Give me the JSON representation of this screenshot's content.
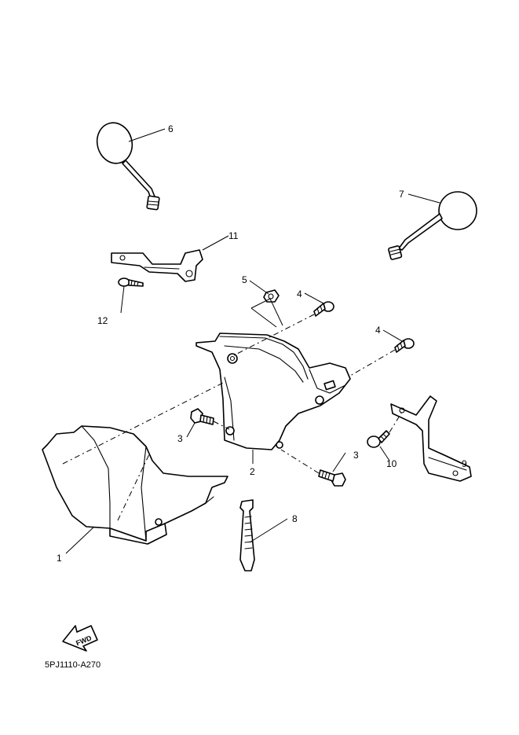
{
  "callouts": {
    "p1": "1",
    "p2": "2",
    "p3a": "3",
    "p3b": "3",
    "p4a": "4",
    "p4b": "4",
    "p5": "5",
    "p6": "6",
    "p7": "7",
    "p8": "8",
    "p9": "9",
    "p10": "10",
    "p11": "11",
    "p12": "12"
  },
  "fwd_label": "FWD",
  "diagram_code": "5PJ1110-A270"
}
